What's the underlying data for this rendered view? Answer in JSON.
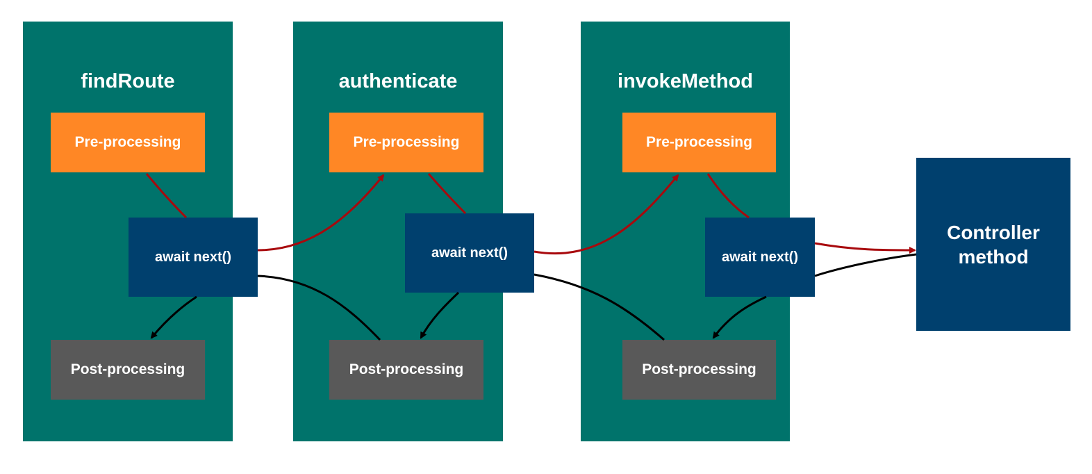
{
  "middlewares": [
    {
      "title": "findRoute",
      "pre_label": "Pre-processing",
      "await_label": "await next()",
      "post_label": "Post-processing"
    },
    {
      "title": "authenticate",
      "pre_label": "Pre-processing",
      "await_label": "await next()",
      "post_label": "Post-processing"
    },
    {
      "title": "invokeMethod",
      "pre_label": "Pre-processing",
      "await_label": "await next()",
      "post_label": "Post-processing"
    }
  ],
  "controller": {
    "line1": "Controller",
    "line2": "method"
  },
  "colors": {
    "column": "#00736B",
    "pre": "#FF8725",
    "await": "#00406E",
    "post": "#595959",
    "controller": "#00406E",
    "forward_arrow": "#A8090D",
    "return_arrow": "#000000"
  }
}
